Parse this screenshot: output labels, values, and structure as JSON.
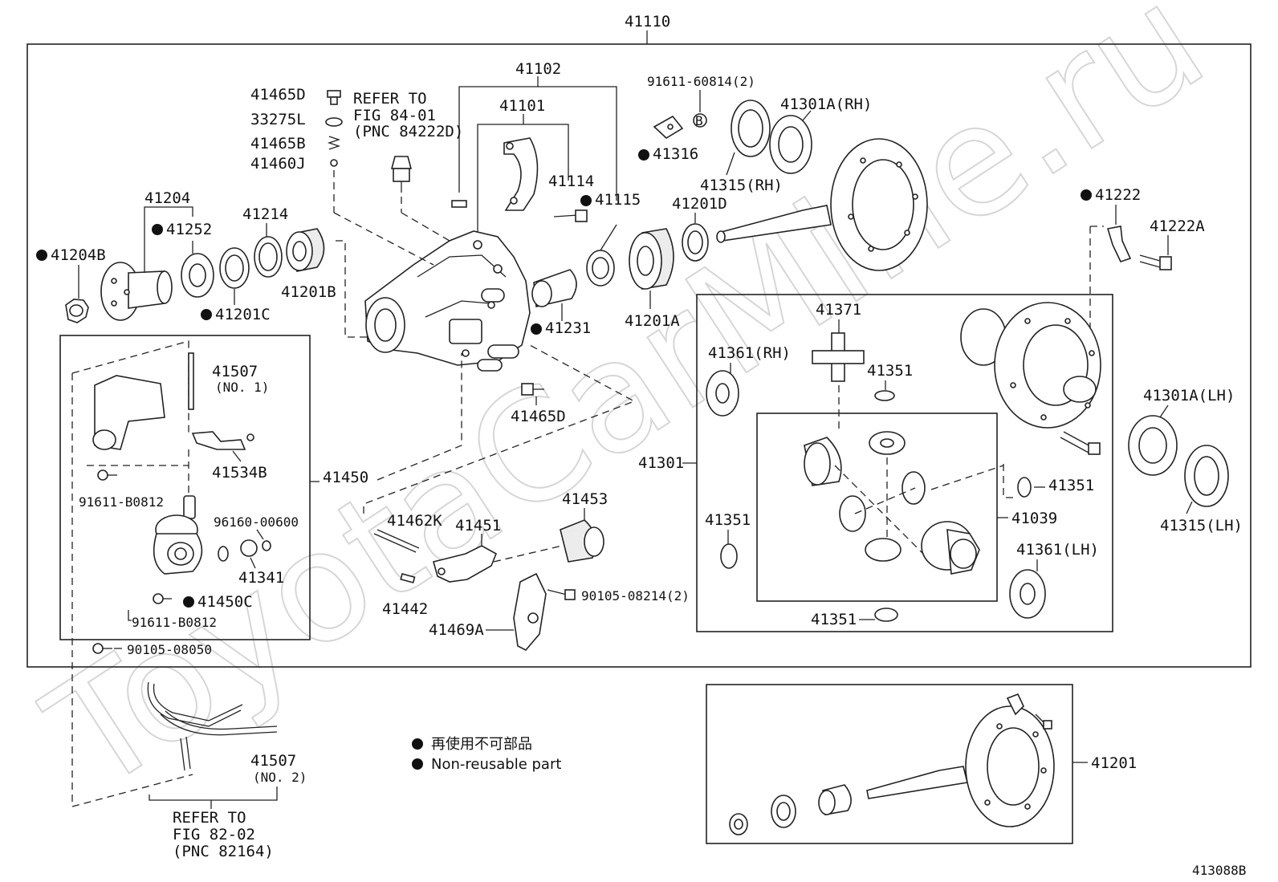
{
  "watermark": "ToyotaCarMine.ru",
  "assembly": "41110",
  "figure_code": "413088B",
  "legend": {
    "jp": "再使用不可部品",
    "en": "Non-reusable part"
  },
  "refer_top": {
    "l1": "REFER TO",
    "l2": "FIG 84-01",
    "l3": "(PNC 84222D)"
  },
  "refer_bottom": {
    "l1": "REFER TO",
    "l2": "FIG 82-02",
    "l3": "(PNC 82164)"
  },
  "labels": {
    "p41102": "41102",
    "p41101": "41101",
    "p41114": "41114",
    "p41115": "41115",
    "p91611_60814": "91611-60814(2)",
    "p41316": "41316",
    "p41301a_rh": "41301A(RH)",
    "p41315_rh": "41315(RH)",
    "p41201d": "41201D",
    "p41222": "41222",
    "p41222a": "41222A",
    "p41465d_top": "41465D",
    "p33275l": "33275L",
    "p41465b": "41465B",
    "p41460j": "41460J",
    "p41204": "41204",
    "p41252": "41252",
    "p41204b": "41204B",
    "p41214": "41214",
    "p41201b": "41201B",
    "p41201c": "41201C",
    "p41231": "41231",
    "p41201a": "41201A",
    "p41465d_mid": "41465D",
    "p41507_1": "41507",
    "p41507_1_sub": "(NO. 1)",
    "p41534b": "41534B",
    "p41450": "41450",
    "p91611_b0812_a": "91611-B0812",
    "p96160_00600": "96160-00600",
    "p41341": "41341",
    "p41450c": "41450C",
    "p91611_b0812_b": "91611-B0812",
    "p90105_08050": "90105-08050",
    "p41462k": "41462K",
    "p41451": "41451",
    "p41453": "41453",
    "p41442": "41442",
    "p90105_08214": "90105-08214(2)",
    "p41469a": "41469A",
    "p41371": "41371",
    "p41361_rh": "41361(RH)",
    "p41351_a": "41351",
    "p41301": "41301",
    "p41351_b": "41351",
    "p41351_c": "41351",
    "p41039": "41039",
    "p41361_lh": "41361(LH)",
    "p41351_d": "41351",
    "p41301a_lh": "41301A(LH)",
    "p41315_lh": "41315(LH)",
    "p41507_2": "41507",
    "p41507_2_sub": "(NO. 2)",
    "p41201": "41201"
  },
  "marker_color": "#111111"
}
